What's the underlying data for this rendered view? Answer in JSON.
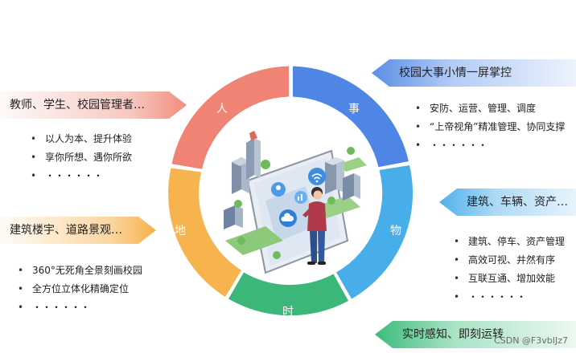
{
  "quadrants": {
    "people": {
      "label": "人",
      "color": "#f08373"
    },
    "affairs": {
      "label": "事",
      "color": "#4f86e6"
    },
    "objects": {
      "label": "物",
      "color": "#47aee9"
    },
    "time": {
      "label": "时",
      "color": "#3bb879"
    },
    "place": {
      "label": "地",
      "color": "#f6b34e"
    }
  },
  "people": {
    "banner": "教师、学生、校园管理者…",
    "items": [
      "以人为本、提升体验",
      "享你所想、遇你所欲",
      "・・・・・・"
    ]
  },
  "affairs": {
    "banner": "校园大事小情一屏掌控",
    "items": [
      "安防、运营、管理、调度",
      "“上帝视角”精准管理、协同支撑",
      "・・・・・・"
    ]
  },
  "objects": {
    "banner": "建筑、车辆、资产…",
    "items": [
      "建筑、停车、资产管理",
      "高效可视、井然有序",
      "互联互通、增加效能",
      "・・・・・・"
    ]
  },
  "place": {
    "banner": "建筑楼宇、道路景观…",
    "items": [
      "360°无死角全景刻画校园",
      "全方位立体化精确定位",
      "・・・・・・"
    ]
  },
  "time": {
    "banner": "实时感知、即刻运转"
  },
  "watermark": "CSDN @F3vbIJz7"
}
